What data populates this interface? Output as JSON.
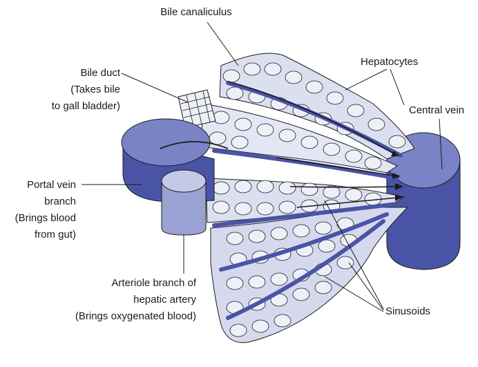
{
  "diagram": {
    "labels": {
      "bile_canaliculus": "Bile canaliculus",
      "hepatocytes": "Hepatocytes",
      "bile_duct": [
        "Bile duct",
        "(Takes bile",
        "to gall bladder)"
      ],
      "central_vein": "Central vein",
      "portal_vein": [
        "Portal vein",
        "branch",
        "(Brings blood",
        "from gut)"
      ],
      "arteriole": [
        "Arteriole branch of",
        "hepatic artery",
        "(Brings oxygenated blood)"
      ],
      "sinusoids": "Sinusoids"
    },
    "colors": {
      "vessel_dark": "#4a54a6",
      "vessel_mid": "#6670b8",
      "vessel_light": "#9aa2d4",
      "cell_fill": "#dcdff0",
      "cell_light": "#eef0f8",
      "outline": "#1a1a1a"
    }
  }
}
